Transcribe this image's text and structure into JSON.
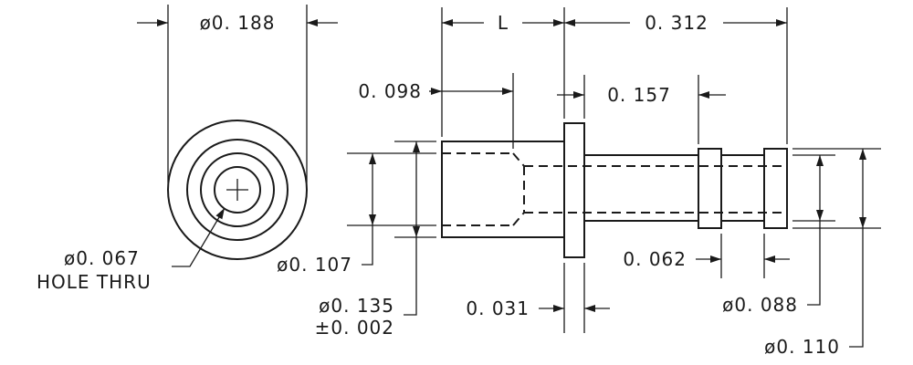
{
  "dimensions": {
    "top_diameter": "ø0. 188",
    "length": "L",
    "overall": "0. 312",
    "depth": "0. 098",
    "gap": "0. 157",
    "hole_line1": "ø0. 067",
    "hole_line2": "HOLE THRU",
    "bore_dia": "ø0. 107",
    "body_dia_line1": "ø0. 135",
    "body_dia_line2": "±0. 002",
    "flange_width": "0. 031",
    "ring_width": "0. 062",
    "pin_dia": "ø0. 088",
    "ring_dia": "ø0. 110"
  }
}
